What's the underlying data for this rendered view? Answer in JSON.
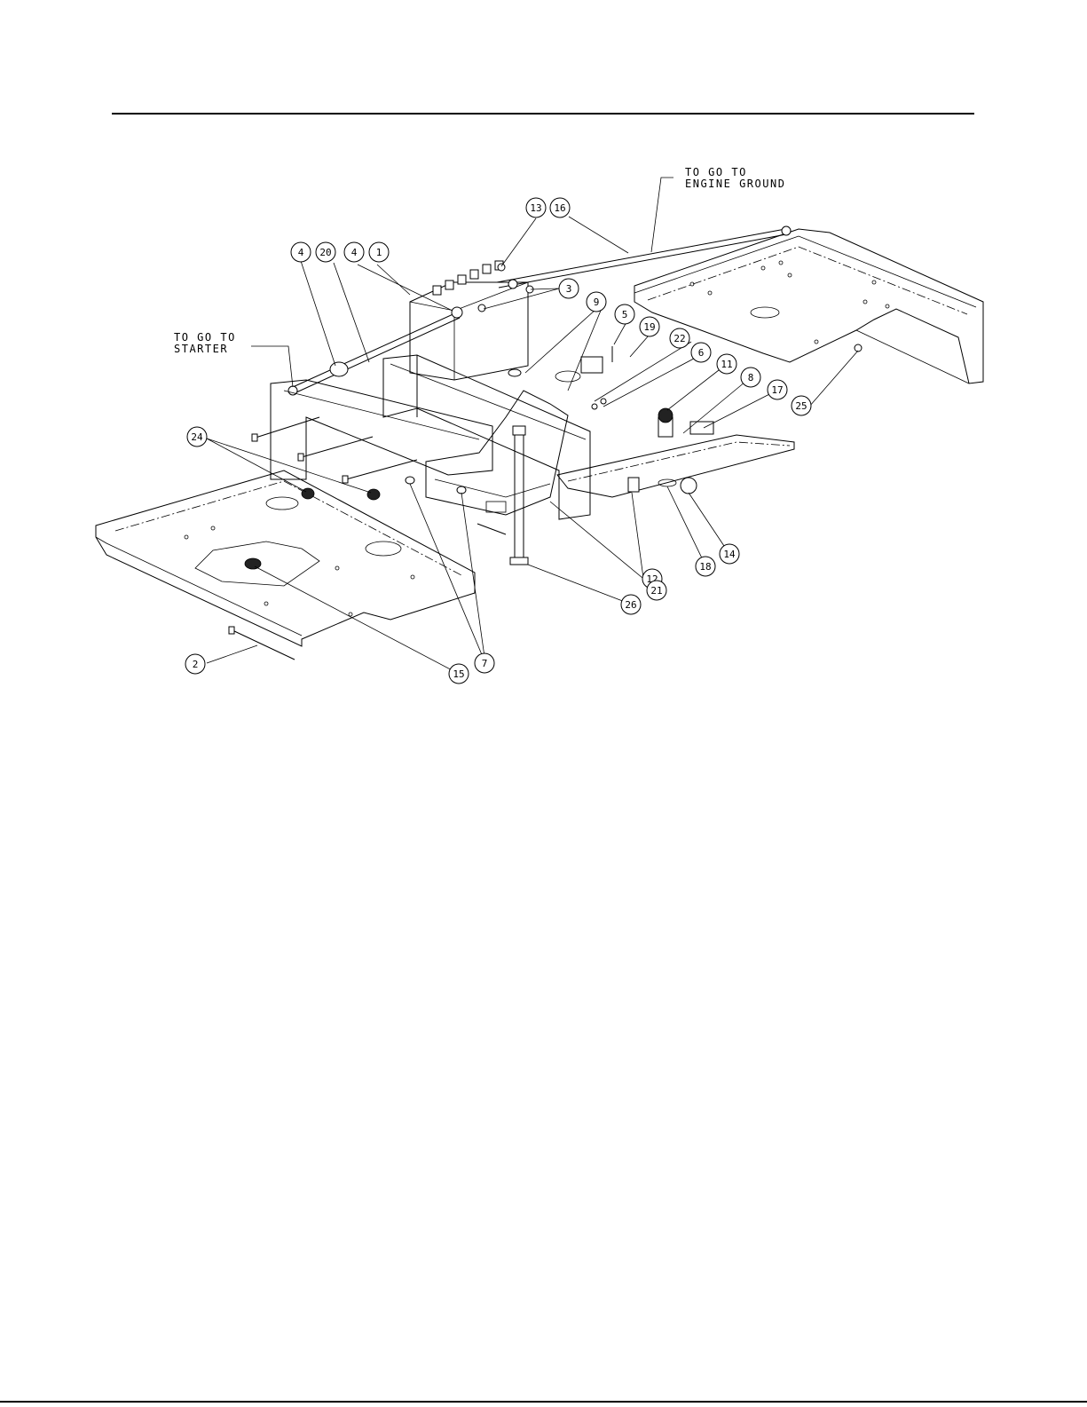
{
  "notes": {
    "engine_ground": [
      "TO GO TO",
      "ENGINE GROUND"
    ],
    "starter": [
      "TO GO TO",
      "STARTER"
    ]
  },
  "callouts": [
    {
      "label": "13"
    },
    {
      "label": "16"
    },
    {
      "label": "4"
    },
    {
      "label": "20"
    },
    {
      "label": "4"
    },
    {
      "label": "1"
    },
    {
      "label": "3"
    },
    {
      "label": "9"
    },
    {
      "label": "5"
    },
    {
      "label": "19"
    },
    {
      "label": "22"
    },
    {
      "label": "6"
    },
    {
      "label": "11"
    },
    {
      "label": "8"
    },
    {
      "label": "17"
    },
    {
      "label": "25"
    },
    {
      "label": "24"
    },
    {
      "label": "12"
    },
    {
      "label": "18"
    },
    {
      "label": "14"
    },
    {
      "label": "21"
    },
    {
      "label": "26"
    },
    {
      "label": "7"
    },
    {
      "label": "15"
    },
    {
      "label": "2"
    }
  ]
}
